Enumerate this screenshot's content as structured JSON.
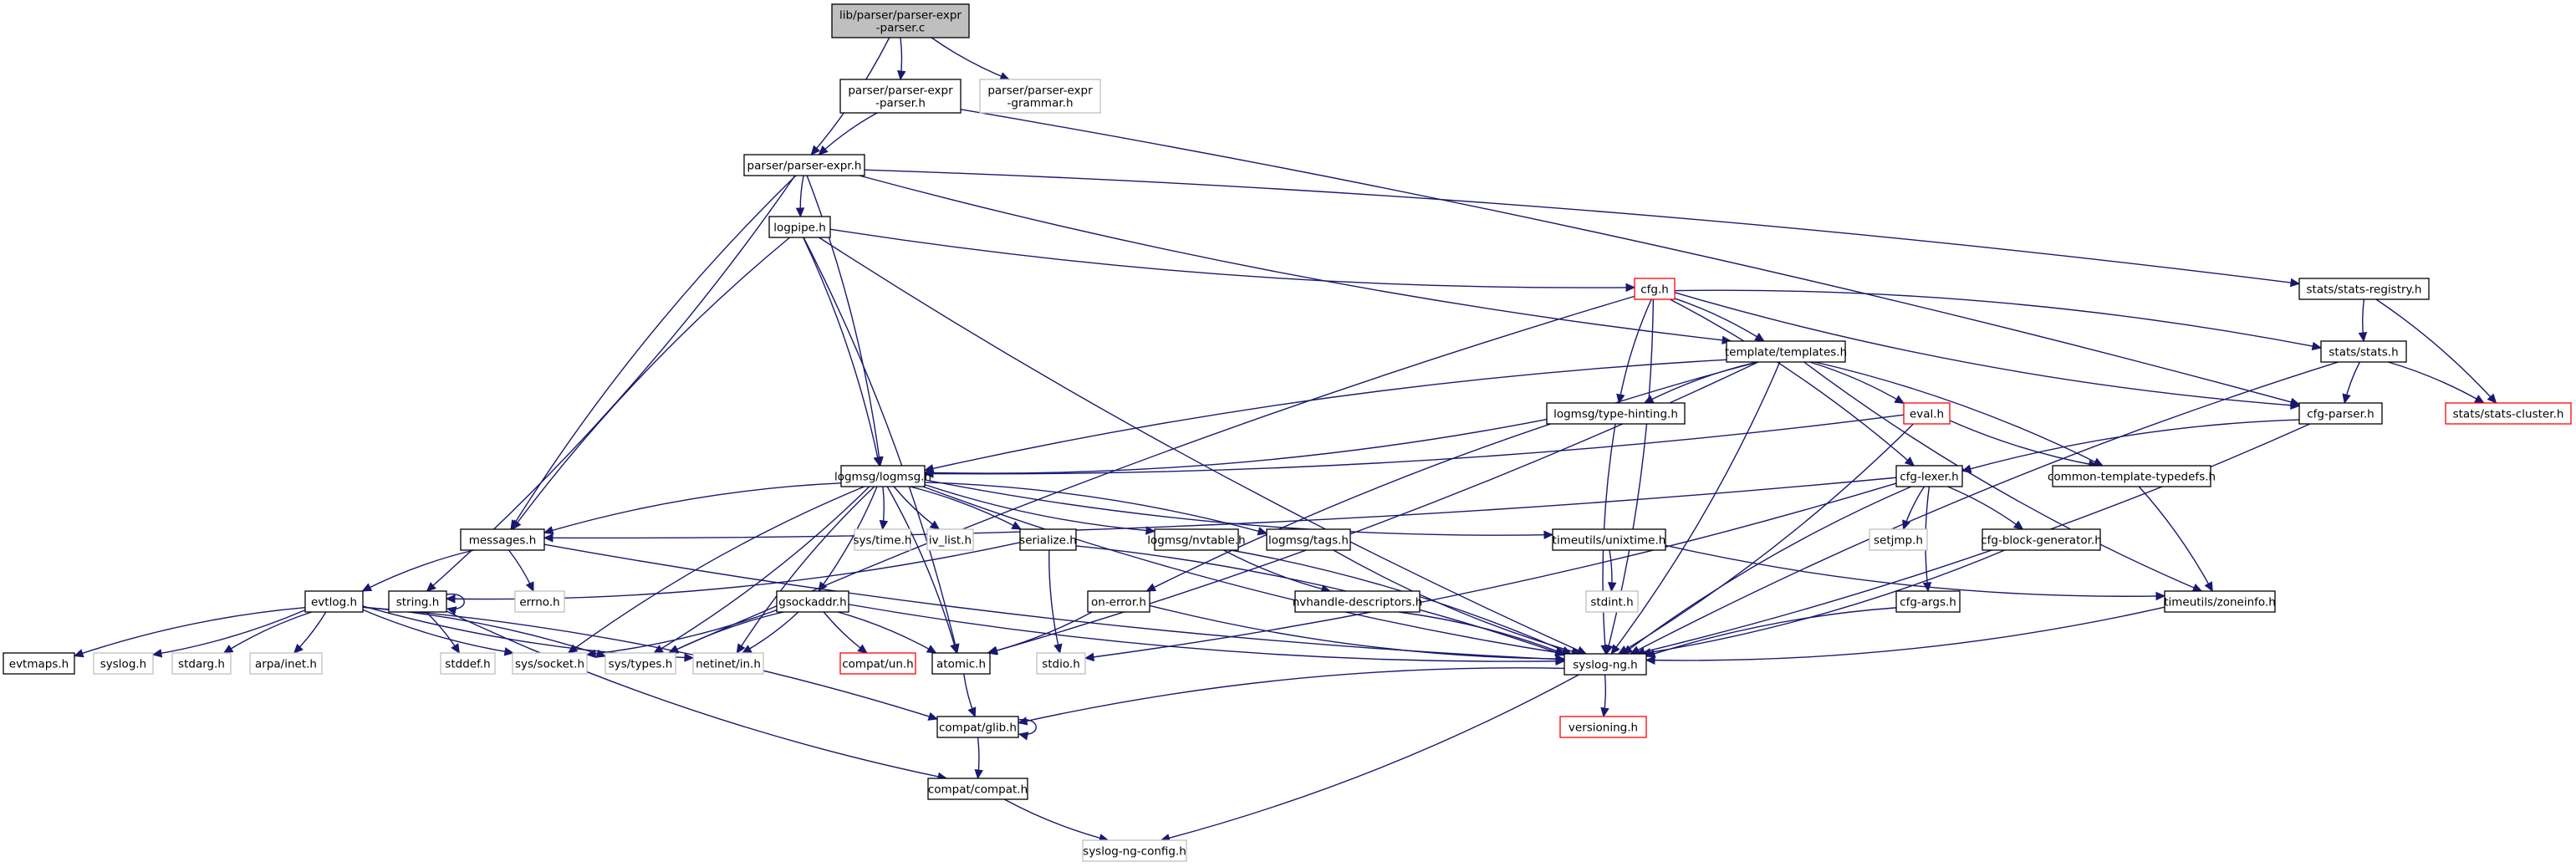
{
  "diagram": {
    "type": "include-dependency-graph",
    "root": "n0",
    "colors": {
      "edge": "#191970",
      "root_fill": "#bfbfbf",
      "documented_border": "#000000",
      "undocumented_border": "#bfbfbf",
      "truncated_border": "#ff0000"
    },
    "nodes": [
      {
        "id": "n0",
        "lines": [
          "lib/parser/parser-expr",
          "-parser.c"
        ],
        "kind": "root"
      },
      {
        "id": "n1",
        "lines": [
          "parser/parser-expr",
          "-parser.h"
        ],
        "kind": "documented"
      },
      {
        "id": "n2",
        "lines": [
          "parser/parser-expr",
          "-grammar.h"
        ],
        "kind": "undocumented"
      },
      {
        "id": "n3",
        "lines": [
          "parser/parser-expr.h"
        ],
        "kind": "documented"
      },
      {
        "id": "n4",
        "lines": [
          "logpipe.h"
        ],
        "kind": "documented"
      },
      {
        "id": "n5",
        "lines": [
          "cfg.h"
        ],
        "kind": "truncated"
      },
      {
        "id": "n6",
        "lines": [
          "stats/stats-registry.h"
        ],
        "kind": "documented"
      },
      {
        "id": "n7",
        "lines": [
          "template/templates.h"
        ],
        "kind": "documented"
      },
      {
        "id": "n8",
        "lines": [
          "stats/stats.h"
        ],
        "kind": "documented"
      },
      {
        "id": "n9",
        "lines": [
          "logmsg/type-hinting.h"
        ],
        "kind": "documented"
      },
      {
        "id": "n10",
        "lines": [
          "eval.h"
        ],
        "kind": "truncated"
      },
      {
        "id": "n11",
        "lines": [
          "cfg-parser.h"
        ],
        "kind": "documented"
      },
      {
        "id": "n12",
        "lines": [
          "stats/stats-cluster.h"
        ],
        "kind": "truncated"
      },
      {
        "id": "n13",
        "lines": [
          "logmsg/logmsg.h"
        ],
        "kind": "documented"
      },
      {
        "id": "n14",
        "lines": [
          "cfg-lexer.h"
        ],
        "kind": "documented"
      },
      {
        "id": "n15",
        "lines": [
          "common-template-typedefs.h"
        ],
        "kind": "documented"
      },
      {
        "id": "n16",
        "lines": [
          "messages.h"
        ],
        "kind": "documented"
      },
      {
        "id": "n17",
        "lines": [
          "sys/time.h"
        ],
        "kind": "undocumented"
      },
      {
        "id": "n18",
        "lines": [
          "iv_list.h"
        ],
        "kind": "undocumented"
      },
      {
        "id": "n19",
        "lines": [
          "serialize.h"
        ],
        "kind": "documented"
      },
      {
        "id": "n20",
        "lines": [
          "logmsg/nvtable.h"
        ],
        "kind": "documented"
      },
      {
        "id": "n21",
        "lines": [
          "logmsg/tags.h"
        ],
        "kind": "documented"
      },
      {
        "id": "n22",
        "lines": [
          "timeutils/unixtime.h"
        ],
        "kind": "documented"
      },
      {
        "id": "n23",
        "lines": [
          "setjmp.h"
        ],
        "kind": "undocumented"
      },
      {
        "id": "n24",
        "lines": [
          "cfg-block-generator.h"
        ],
        "kind": "documented"
      },
      {
        "id": "n25",
        "lines": [
          "evtlog.h"
        ],
        "kind": "documented"
      },
      {
        "id": "n26",
        "lines": [
          "string.h"
        ],
        "kind": "documented"
      },
      {
        "id": "n27",
        "lines": [
          "errno.h"
        ],
        "kind": "undocumented"
      },
      {
        "id": "n28",
        "lines": [
          "gsockaddr.h"
        ],
        "kind": "documented"
      },
      {
        "id": "n29",
        "lines": [
          "on-error.h"
        ],
        "kind": "documented"
      },
      {
        "id": "n30",
        "lines": [
          "nvhandle-descriptors.h"
        ],
        "kind": "documented"
      },
      {
        "id": "n31",
        "lines": [
          "stdint.h"
        ],
        "kind": "undocumented"
      },
      {
        "id": "n32",
        "lines": [
          "cfg-args.h"
        ],
        "kind": "documented"
      },
      {
        "id": "n33",
        "lines": [
          "timeutils/zoneinfo.h"
        ],
        "kind": "documented"
      },
      {
        "id": "n34",
        "lines": [
          "evtmaps.h"
        ],
        "kind": "documented"
      },
      {
        "id": "n35",
        "lines": [
          "syslog.h"
        ],
        "kind": "undocumented"
      },
      {
        "id": "n36",
        "lines": [
          "stdarg.h"
        ],
        "kind": "undocumented"
      },
      {
        "id": "n37",
        "lines": [
          "arpa/inet.h"
        ],
        "kind": "undocumented"
      },
      {
        "id": "n38",
        "lines": [
          "stddef.h"
        ],
        "kind": "undocumented"
      },
      {
        "id": "n39",
        "lines": [
          "sys/socket.h"
        ],
        "kind": "undocumented"
      },
      {
        "id": "n40",
        "lines": [
          "sys/types.h"
        ],
        "kind": "undocumented"
      },
      {
        "id": "n41",
        "lines": [
          "netinet/in.h"
        ],
        "kind": "undocumented"
      },
      {
        "id": "n42",
        "lines": [
          "compat/un.h"
        ],
        "kind": "truncated"
      },
      {
        "id": "n43",
        "lines": [
          "atomic.h"
        ],
        "kind": "documented"
      },
      {
        "id": "n44",
        "lines": [
          "stdio.h"
        ],
        "kind": "undocumented"
      },
      {
        "id": "n45",
        "lines": [
          "syslog-ng.h"
        ],
        "kind": "documented"
      },
      {
        "id": "n46",
        "lines": [
          "compat/glib.h"
        ],
        "kind": "documented"
      },
      {
        "id": "n47",
        "lines": [
          "versioning.h"
        ],
        "kind": "truncated"
      },
      {
        "id": "n48",
        "lines": [
          "compat/compat.h"
        ],
        "kind": "documented"
      },
      {
        "id": "n49",
        "lines": [
          "syslog-ng-config.h"
        ],
        "kind": "undocumented"
      }
    ],
    "edges": [
      [
        "n0",
        "n1"
      ],
      [
        "n0",
        "n2"
      ],
      [
        "n0",
        "n3"
      ],
      [
        "n1",
        "n3"
      ],
      [
        "n1",
        "n11"
      ],
      [
        "n3",
        "n4"
      ],
      [
        "n3",
        "n13"
      ],
      [
        "n3",
        "n16"
      ],
      [
        "n3",
        "n26"
      ],
      [
        "n3",
        "n7"
      ],
      [
        "n3",
        "n6"
      ],
      [
        "n4",
        "n5"
      ],
      [
        "n4",
        "n13"
      ],
      [
        "n4",
        "n16"
      ],
      [
        "n4",
        "n43"
      ],
      [
        "n4",
        "n45"
      ],
      [
        "n5",
        "n7"
      ],
      [
        "n5",
        "n9"
      ],
      [
        "n5",
        "n8"
      ],
      [
        "n5",
        "n11"
      ],
      [
        "n5",
        "n14"
      ],
      [
        "n5",
        "n40"
      ],
      [
        "n5",
        "n45"
      ],
      [
        "n6",
        "n8"
      ],
      [
        "n6",
        "n12"
      ],
      [
        "n7",
        "n9"
      ],
      [
        "n7",
        "n10"
      ],
      [
        "n7",
        "n13"
      ],
      [
        "n7",
        "n15"
      ],
      [
        "n7",
        "n33"
      ],
      [
        "n7",
        "n45"
      ],
      [
        "n7",
        "n29"
      ],
      [
        "n7",
        "n43"
      ],
      [
        "n8",
        "n11"
      ],
      [
        "n8",
        "n12"
      ],
      [
        "n8",
        "n45"
      ],
      [
        "n9",
        "n13"
      ],
      [
        "n9",
        "n45"
      ],
      [
        "n10",
        "n13"
      ],
      [
        "n10",
        "n15"
      ],
      [
        "n10",
        "n45"
      ],
      [
        "n11",
        "n14"
      ],
      [
        "n11",
        "n45"
      ],
      [
        "n13",
        "n16"
      ],
      [
        "n13",
        "n17"
      ],
      [
        "n13",
        "n18"
      ],
      [
        "n13",
        "n19"
      ],
      [
        "n13",
        "n20"
      ],
      [
        "n13",
        "n21"
      ],
      [
        "n13",
        "n22"
      ],
      [
        "n13",
        "n28"
      ],
      [
        "n13",
        "n39"
      ],
      [
        "n13",
        "n40"
      ],
      [
        "n13",
        "n41"
      ],
      [
        "n13",
        "n43"
      ],
      [
        "n13",
        "n45"
      ],
      [
        "n14",
        "n16"
      ],
      [
        "n14",
        "n23"
      ],
      [
        "n14",
        "n24"
      ],
      [
        "n14",
        "n32"
      ],
      [
        "n14",
        "n44"
      ],
      [
        "n14",
        "n45"
      ],
      [
        "n15",
        "n33"
      ],
      [
        "n16",
        "n25"
      ],
      [
        "n16",
        "n27"
      ],
      [
        "n16",
        "n45"
      ],
      [
        "n19",
        "n26"
      ],
      [
        "n19",
        "n44"
      ],
      [
        "n19",
        "n45"
      ],
      [
        "n20",
        "n30"
      ],
      [
        "n20",
        "n45"
      ],
      [
        "n21",
        "n45"
      ],
      [
        "n22",
        "n31"
      ],
      [
        "n22",
        "n33"
      ],
      [
        "n24",
        "n45"
      ],
      [
        "n25",
        "n34"
      ],
      [
        "n25",
        "n35"
      ],
      [
        "n25",
        "n36"
      ],
      [
        "n25",
        "n37"
      ],
      [
        "n25",
        "n39"
      ],
      [
        "n25",
        "n40"
      ],
      [
        "n25",
        "n41"
      ],
      [
        "n25",
        "n46"
      ],
      [
        "n26",
        "n26"
      ],
      [
        "n26",
        "n38"
      ],
      [
        "n26",
        "n48"
      ],
      [
        "n28",
        "n39"
      ],
      [
        "n28",
        "n40"
      ],
      [
        "n28",
        "n41"
      ],
      [
        "n28",
        "n42"
      ],
      [
        "n28",
        "n43"
      ],
      [
        "n28",
        "n45"
      ],
      [
        "n29",
        "n43"
      ],
      [
        "n29",
        "n45"
      ],
      [
        "n30",
        "n45"
      ],
      [
        "n32",
        "n45"
      ],
      [
        "n33",
        "n45"
      ],
      [
        "n43",
        "n46"
      ],
      [
        "n45",
        "n47"
      ],
      [
        "n45",
        "n46"
      ],
      [
        "n45",
        "n49"
      ],
      [
        "n46",
        "n46"
      ],
      [
        "n46",
        "n48"
      ],
      [
        "n48",
        "n49"
      ]
    ]
  }
}
